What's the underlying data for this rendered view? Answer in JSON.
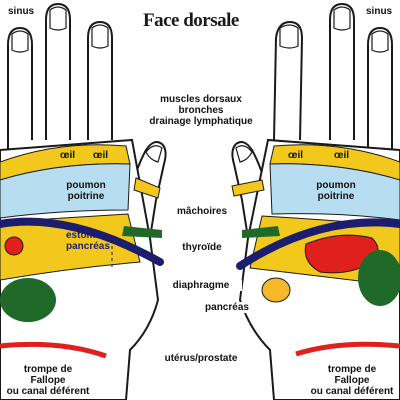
{
  "title": "Face dorsale",
  "labels": {
    "sinus_left": "sinus",
    "sinus_right": "sinus",
    "muscles": [
      "muscles dorsaux",
      "bronches",
      "drainage lymphatique"
    ],
    "oeil_left_1": "œil",
    "oeil_left_2": "œil",
    "oeil_right_1": "œil",
    "oeil_right_2": "œil",
    "poumon_left": [
      "poumon",
      "poitrine"
    ],
    "poumon_right": [
      "poumon",
      "poitrine"
    ],
    "machoires": "mâchoires",
    "estomac": [
      "estomac",
      "pancréas"
    ],
    "thyroide": "thyroïde",
    "diaphragme": "diaphragme",
    "pancreas": "pancréas",
    "uterus": "utérus/prostate",
    "trompe_left": [
      "trompe de",
      "Fallope",
      "ou canal déférent"
    ],
    "trompe_right": [
      "trompe de",
      "Fallope",
      "ou canal déférent"
    ]
  },
  "colors": {
    "yellow": "#f2c81c",
    "blue": "#b7def0",
    "navy": "#1d1d6e",
    "green": "#1f6a28",
    "red": "#e0201c",
    "orange": "#f5b828",
    "outline": "#1a1a1a"
  }
}
